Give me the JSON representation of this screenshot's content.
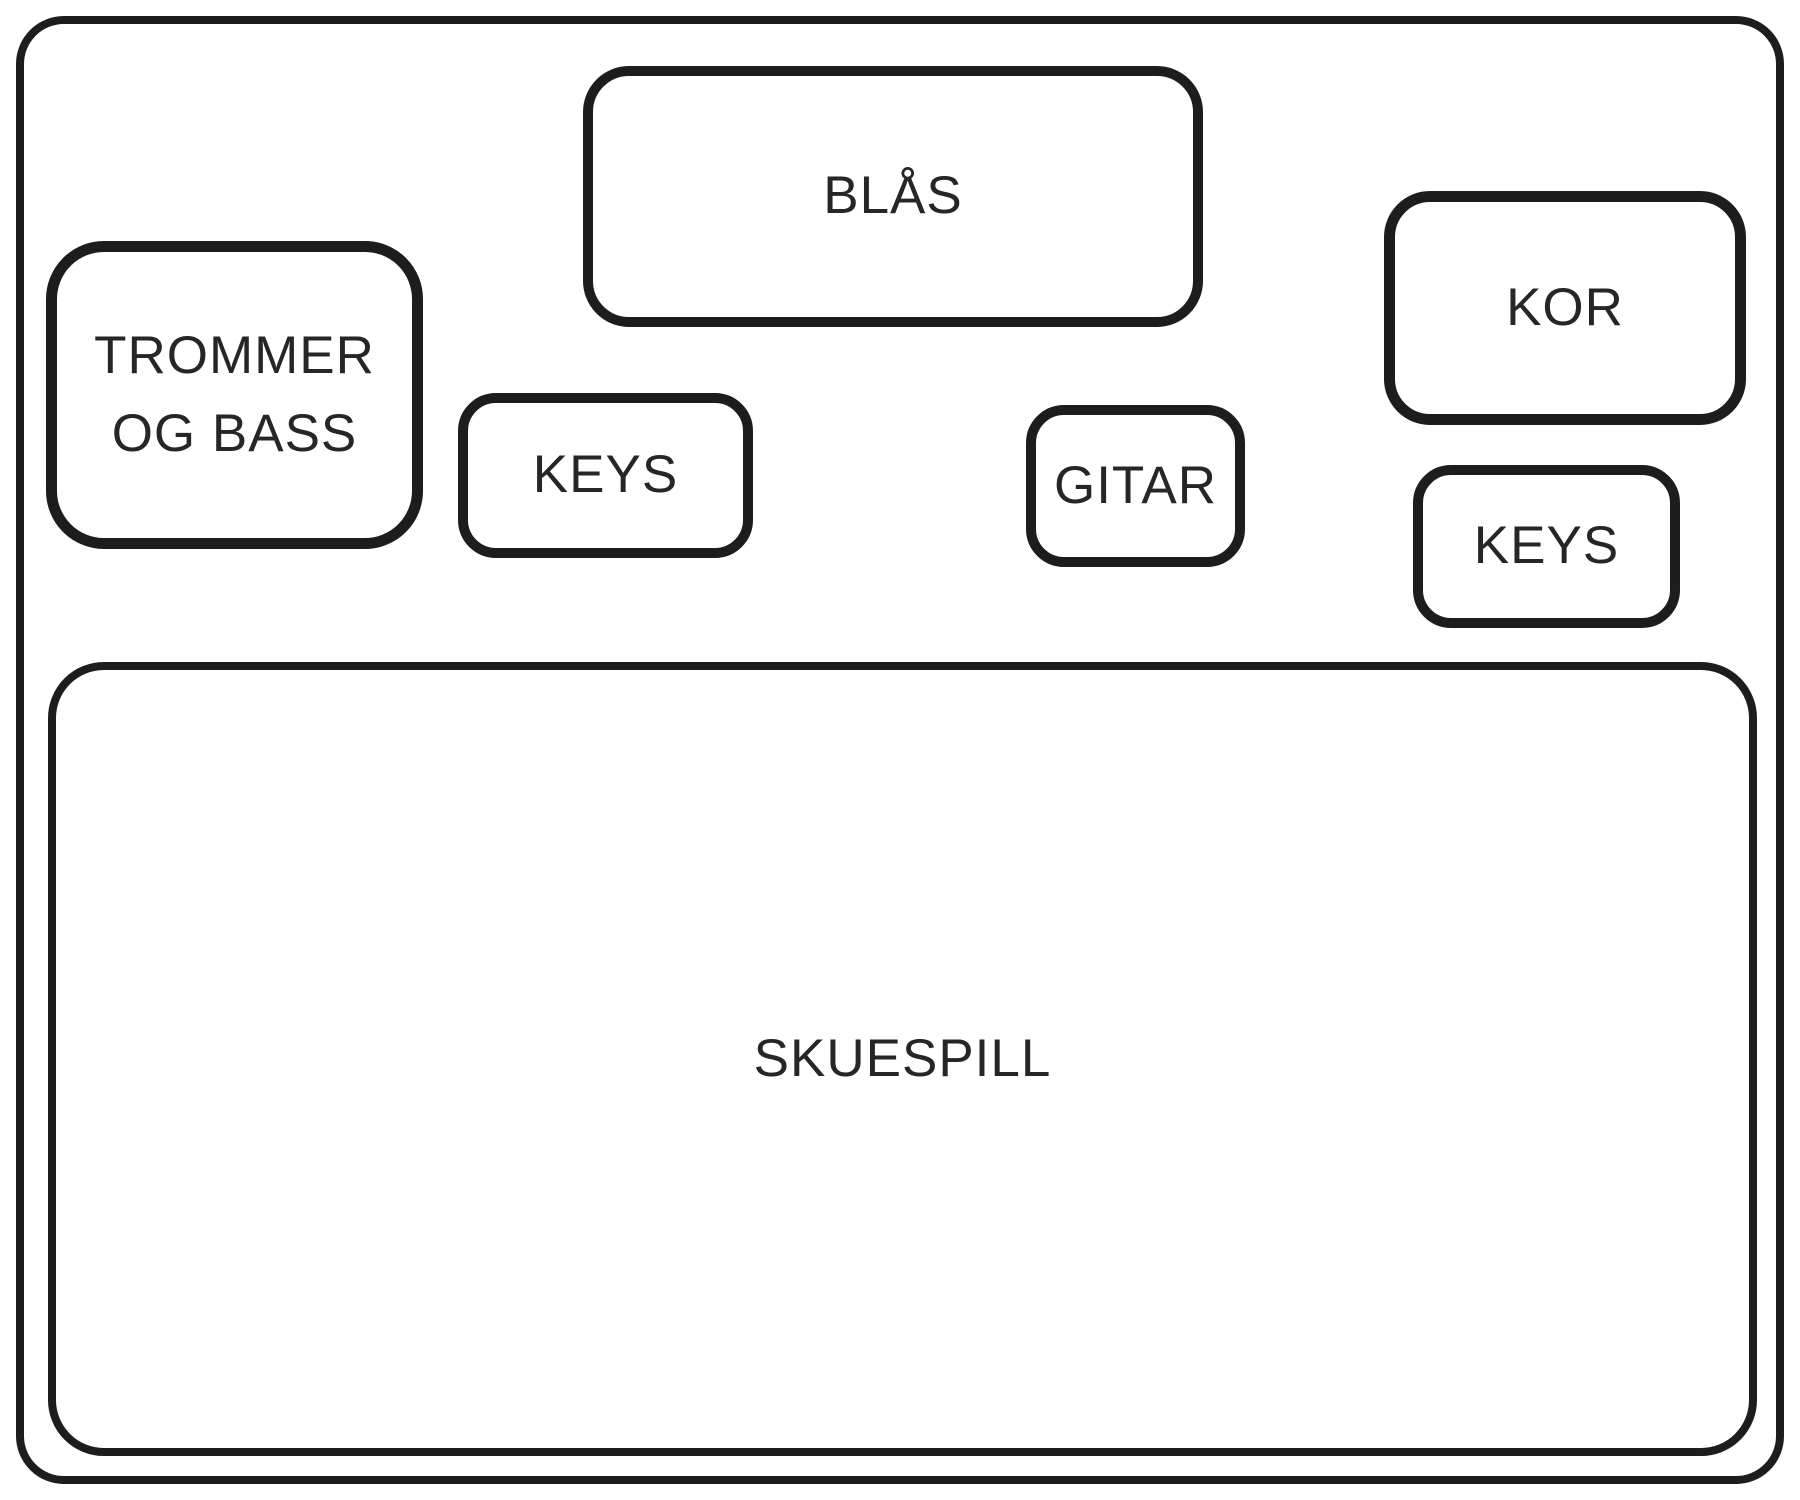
{
  "diagram": {
    "type": "stage-plot",
    "line_color": "#1d1d1d",
    "text_color": "#262626",
    "background_color": "#ffffff",
    "boxes": {
      "blas": {
        "label": "BLÅS"
      },
      "trommer_og_bass": {
        "label": "TROMMER OG BASS"
      },
      "keys_left": {
        "label": "KEYS"
      },
      "gitar": {
        "label": "GITAR"
      },
      "kor": {
        "label": "KOR"
      },
      "keys_right": {
        "label": "KEYS"
      },
      "skuespill": {
        "label": "SKUESPILL"
      }
    }
  }
}
